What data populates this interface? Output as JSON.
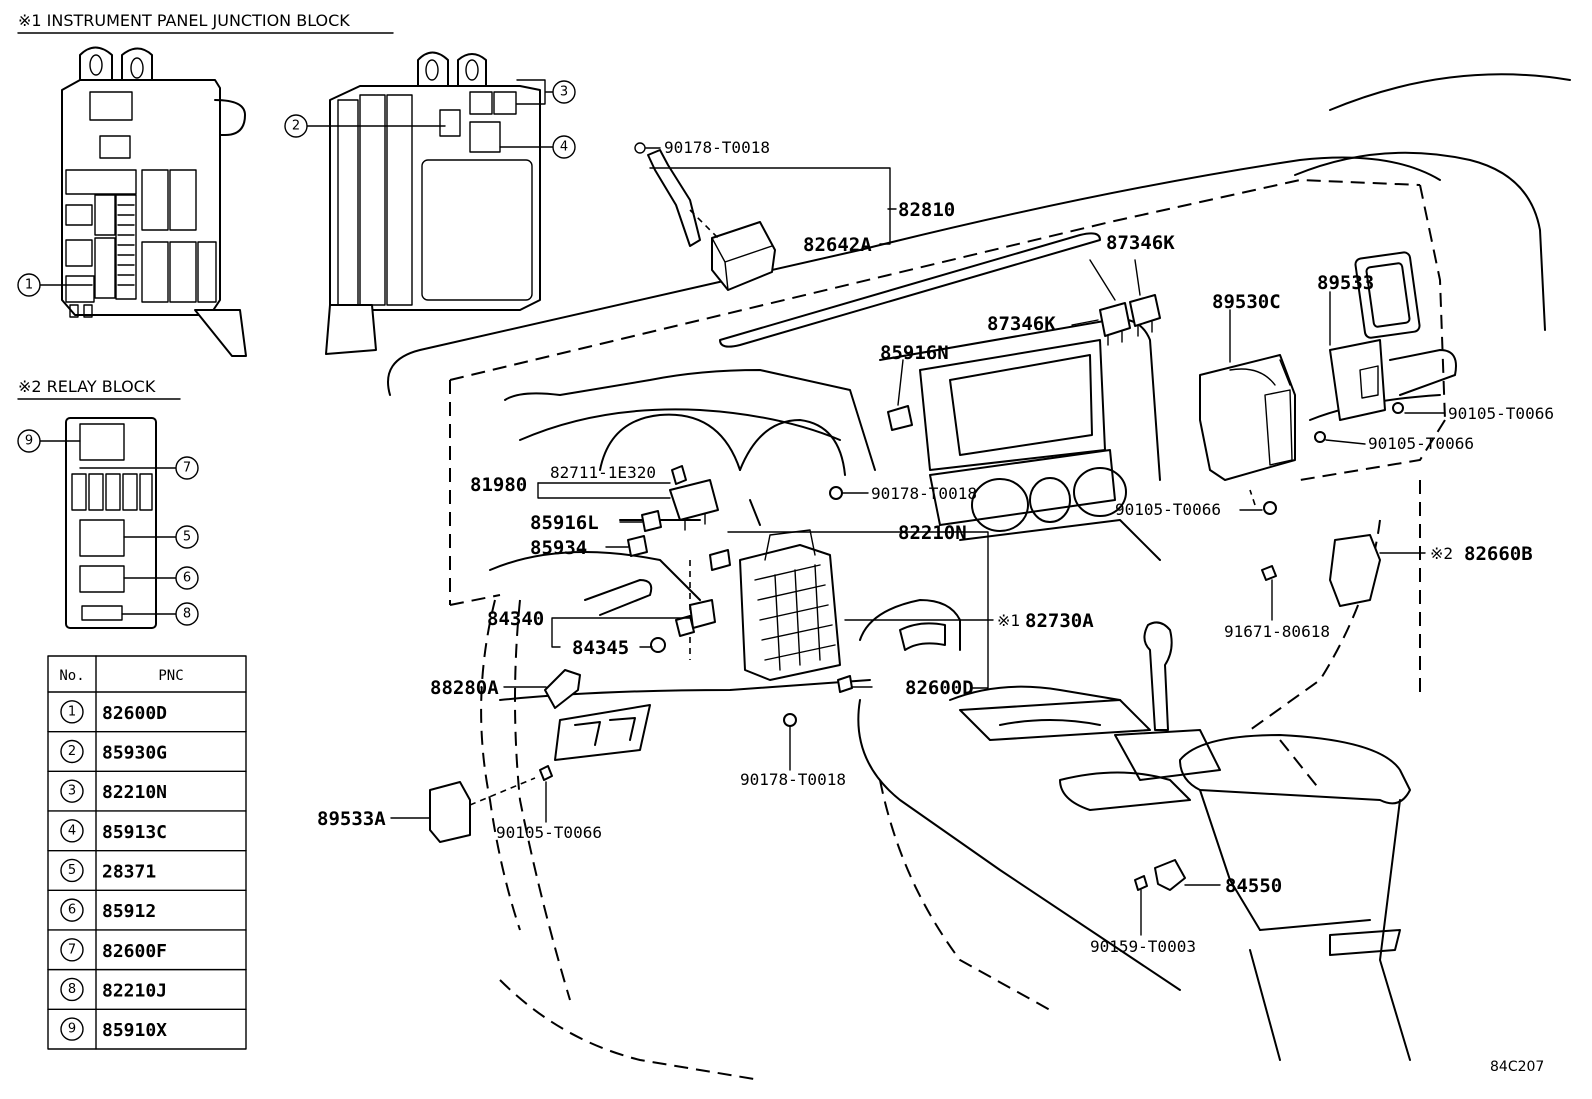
{
  "headers": {
    "junction_block": "※1 INSTRUMENT PANEL JUNCTION BLOCK",
    "relay_block": "※2 RELAY BLOCK"
  },
  "callouts": {
    "c1": "1",
    "c2": "2",
    "c3": "3",
    "c4": "4",
    "c5": "5",
    "c6": "6",
    "c7": "7",
    "c8": "8",
    "c9": "9"
  },
  "table": {
    "header_no": "No.",
    "header_pnc": "PNC",
    "rows": [
      {
        "no": "1",
        "pnc": "82600D"
      },
      {
        "no": "2",
        "pnc": "85930G"
      },
      {
        "no": "3",
        "pnc": "82210N"
      },
      {
        "no": "4",
        "pnc": "85913C"
      },
      {
        "no": "5",
        "pnc": "28371"
      },
      {
        "no": "6",
        "pnc": "85912"
      },
      {
        "no": "7",
        "pnc": "82600F"
      },
      {
        "no": "8",
        "pnc": "82210J"
      },
      {
        "no": "9",
        "pnc": "85910X"
      }
    ]
  },
  "labels": {
    "p90178_top": "90178-T0018",
    "p82810": "82810",
    "p82642A": "82642A",
    "p87346K_a": "87346K",
    "p87346K_b": "87346K",
    "p89530C": "89530C",
    "p89533": "89533",
    "p85916N": "85916N",
    "p90105_r1": "90105-T0066",
    "p90105_r2": "90105-T0066",
    "p90105_c": "90105-T0066",
    "p82711": "82711-1E320",
    "p81980": "81980",
    "p90178_mid": "90178-T0018",
    "p85916L": "85916L",
    "p82210N": "82210N",
    "p85934": "85934",
    "mark1": "※1",
    "p82730A": "82730A",
    "mark2": "※2",
    "p82660B": "82660B",
    "p91671": "91671-80618",
    "p84340": "84340",
    "p84345": "84345",
    "p88280A": "88280A",
    "p82600D": "82600D",
    "p90178_low": "90178-T0018",
    "p89533A": "89533A",
    "p90105_low": "90105-T0066",
    "p84550": "84550",
    "p90159": "90159-T0003"
  },
  "figure_code": "84C207"
}
